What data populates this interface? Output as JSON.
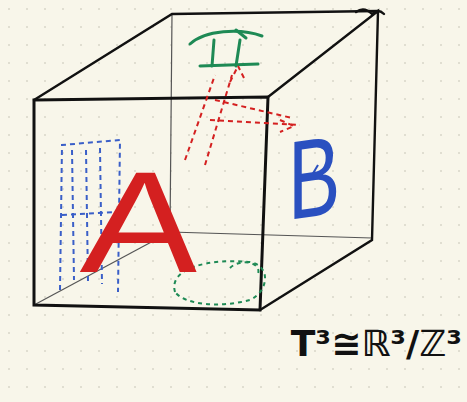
{
  "diagram": {
    "labels": [
      "A",
      "B",
      "T³≅ℝ³/ℤ³"
    ]
  }
}
